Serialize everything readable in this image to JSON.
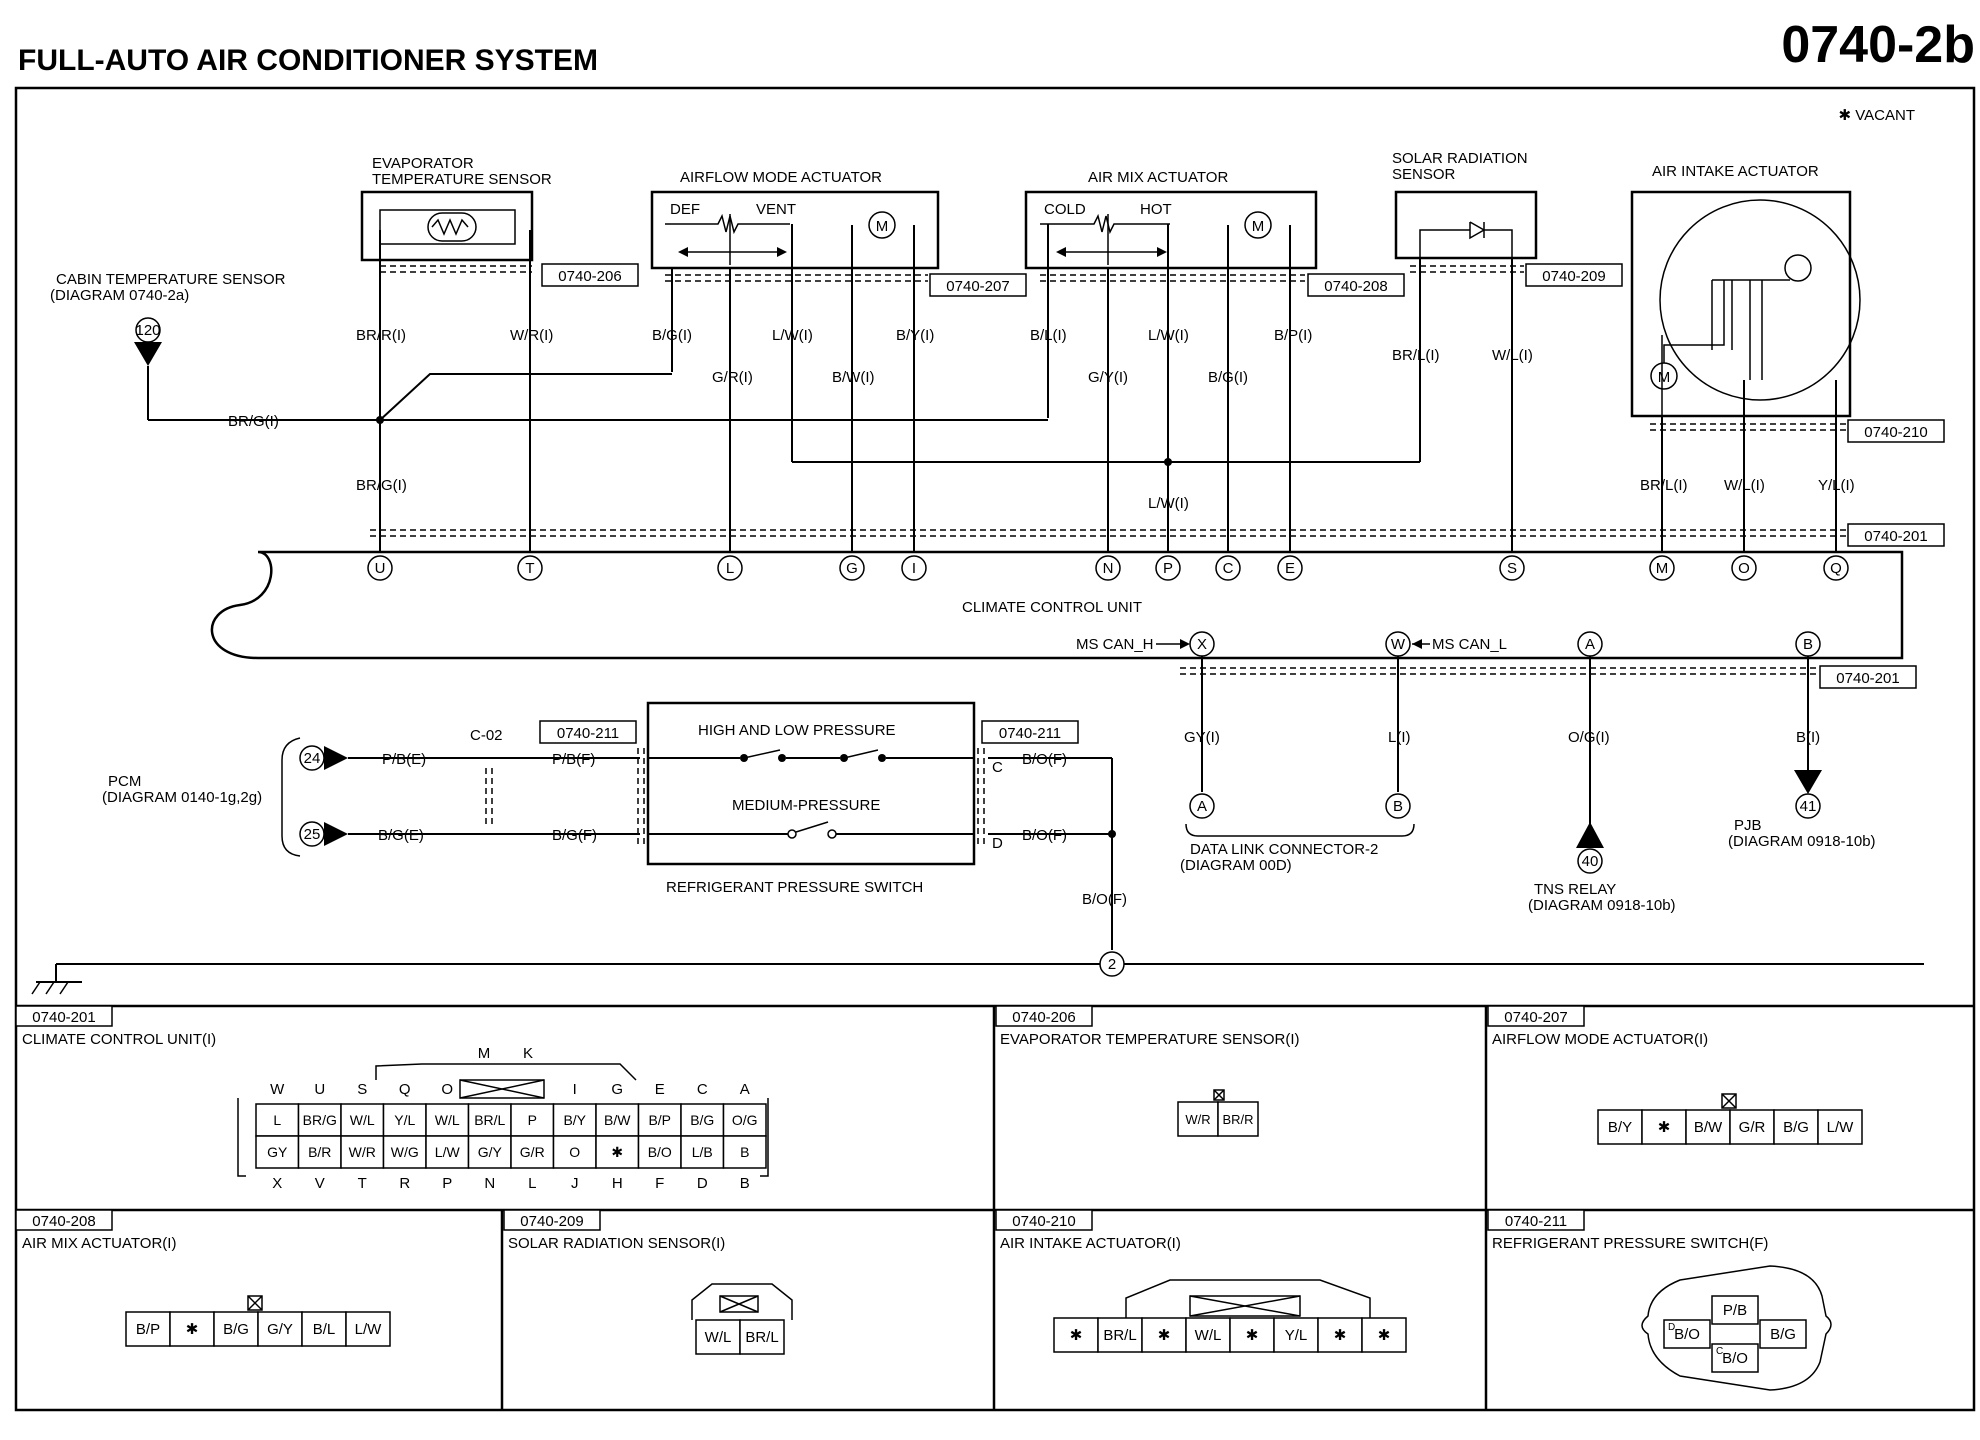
{
  "header": {
    "title": "FULL-AUTO AIR CONDITIONER SYSTEM",
    "diagram_code": "0740-2b"
  },
  "legend": {
    "vacant": "✱ VACANT"
  },
  "components": {
    "evap_sensor": [
      "EVAPORATOR",
      "TEMPERATURE SENSOR"
    ],
    "airflow": "AIRFLOW MODE ACTUATOR",
    "airflow_def": "DEF",
    "airflow_vent": "VENT",
    "airmix": "AIR MIX ACTUATOR",
    "airmix_cold": "COLD",
    "airmix_hot": "HOT",
    "solar": [
      "SOLAR RADIATION",
      "SENSOR"
    ],
    "intake": "AIR INTAKE ACTUATOR",
    "cabin": [
      "CABIN TEMPERATURE SENSOR",
      "(DIAGRAM 0740-2a)"
    ],
    "cabin_pin": "120",
    "ccu": "CLIMATE CONTROL UNIT",
    "pcm": [
      "PCM",
      "(DIAGRAM 0140-1g,2g)"
    ],
    "pcm_pins": [
      "24",
      "25"
    ],
    "c02": "C-02",
    "switch_high_low": "HIGH AND LOW PRESSURE",
    "switch_medium": "MEDIUM-PRESSURE",
    "switch_name": "REFRIGERANT PRESSURE SWITCH",
    "dlc": [
      "DATA LINK CONNECTOR-2",
      "(DIAGRAM 00D)"
    ],
    "tns": [
      "TNS RELAY",
      "(DIAGRAM 0918-10b)"
    ],
    "pjb": [
      "PJB",
      "(DIAGRAM 0918-10b)"
    ],
    "ms_can_h": "MS CAN_H",
    "ms_can_l": "MS CAN_L",
    "ground_pin": "2",
    "dlc_pins": [
      "A",
      "B"
    ],
    "tns_pin": "40",
    "pjb_pin": "41",
    "switch_pins": [
      "C",
      "D"
    ]
  },
  "refs": {
    "r206": "0740-206",
    "r207": "0740-207",
    "r208": "0740-208",
    "r209": "0740-209",
    "r210": "0740-210",
    "r201a": "0740-201",
    "r201b": "0740-201",
    "r211a": "0740-211",
    "r211b": "0740-211"
  },
  "wires": {
    "brr": "BR/R(I)",
    "wr": "W/R(I)",
    "bgi": "B/G(I)",
    "lwi": "L/W(I)",
    "byi": "B/Y(I)",
    "gri": "G/R(I)",
    "bwi": "B/W(I)",
    "bli": "B/L(I)",
    "lw2": "L/W(I)",
    "bpi": "B/P(I)",
    "gyi": "G/Y(I)",
    "bg2": "B/G(I)",
    "brl": "BR/L(I)",
    "wli": "W/L(I)",
    "brg_h": "BR/G(I)",
    "brg_v": "BR/G(I)",
    "lw_mid": "L/W(I)",
    "brl2": "BR/L(I)",
    "wl2": "W/L(I)",
    "yli": "Y/L(I)",
    "gy_can": "GY(I)",
    "l_can": "L(I)",
    "og": "O/G(I)",
    "b_pjb": "B(I)",
    "pbe": "P/B(E)",
    "bge": "B/G(E)",
    "pbf": "P/B(F)",
    "bgf": "B/G(F)",
    "bof1": "B/O(F)",
    "bof2": "B/O(F)",
    "bof3": "B/O(F)"
  },
  "ccu_pins_top": [
    "U",
    "T",
    "L",
    "G",
    "I",
    "N",
    "P",
    "C",
    "E",
    "S",
    "M",
    "O",
    "Q"
  ],
  "ccu_pins_bottom": [
    "X",
    "W",
    "A",
    "B"
  ],
  "connector_panels": {
    "p201": {
      "ref": "0740-201",
      "title": "CLIMATE CONTROL UNIT(I)",
      "top_letters": [
        "M",
        "K"
      ],
      "row_labels_top": [
        "W",
        "U",
        "S",
        "Q",
        "O",
        "I",
        "G",
        "E",
        "C",
        "A"
      ],
      "row1": [
        "L",
        "BR/G",
        "W/L",
        "Y/L",
        "W/L",
        "BR/L",
        "P",
        "B/Y",
        "B/W",
        "B/P",
        "B/G",
        "O/G"
      ],
      "row2": [
        "GY",
        "B/R",
        "W/R",
        "W/G",
        "L/W",
        "G/Y",
        "G/R",
        "O",
        "✱",
        "B/O",
        "L/B",
        "B"
      ],
      "row_labels_bottom": [
        "X",
        "V",
        "T",
        "R",
        "P",
        "N",
        "L",
        "J",
        "H",
        "F",
        "D",
        "B"
      ]
    },
    "p206": {
      "ref": "0740-206",
      "title": "EVAPORATOR TEMPERATURE SENSOR(I)",
      "cells": [
        "W/R",
        "BR/R"
      ]
    },
    "p207": {
      "ref": "0740-207",
      "title": "AIRFLOW MODE ACTUATOR(I)",
      "cells": [
        "B/Y",
        "✱",
        "B/W",
        "G/R",
        "B/G",
        "L/W"
      ]
    },
    "p208": {
      "ref": "0740-208",
      "title": "AIR MIX ACTUATOR(I)",
      "cells": [
        "B/P",
        "✱",
        "B/G",
        "G/Y",
        "B/L",
        "L/W"
      ]
    },
    "p209": {
      "ref": "0740-209",
      "title": "SOLAR RADIATION SENSOR(I)",
      "cells": [
        "W/L",
        "BR/L"
      ]
    },
    "p210": {
      "ref": "0740-210",
      "title": "AIR INTAKE ACTUATOR(I)",
      "cells": [
        "✱",
        "BR/L",
        "✱",
        "W/L",
        "✱",
        "Y/L",
        "✱",
        "✱"
      ]
    },
    "p211": {
      "ref": "0740-211",
      "title": "REFRIGERANT PRESSURE SWITCH(F)",
      "cells": [
        "P/B",
        "B/O",
        "B/G",
        "B/O"
      ],
      "pins": [
        "D",
        "C"
      ]
    }
  }
}
